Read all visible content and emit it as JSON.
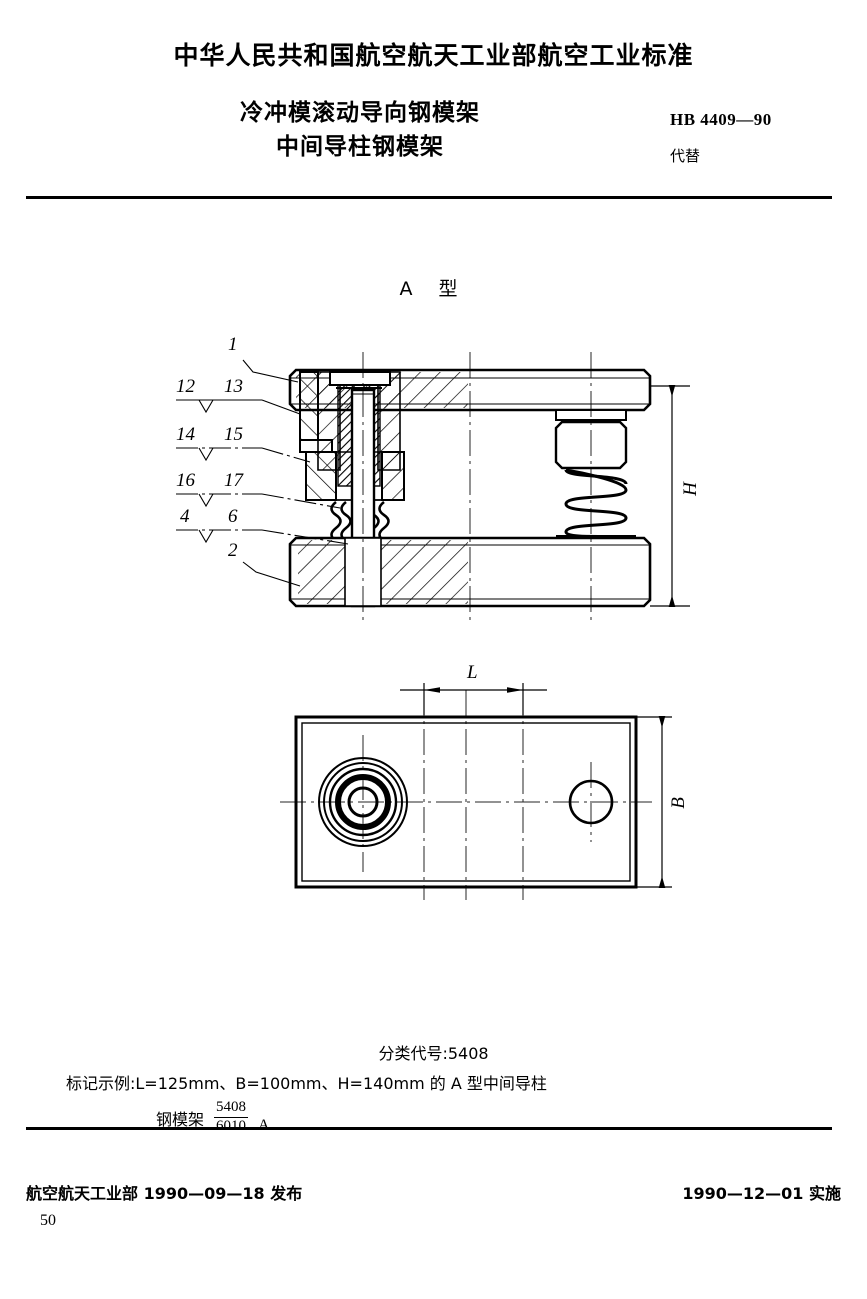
{
  "header": {
    "ministry_title": "中华人民共和国航空航天工业部航空工业标准",
    "standard_title_line1": "冷冲模滚动导向钢模架",
    "standard_title_line2": "中间导柱钢模架",
    "standard_number": "HB 4409—90",
    "replaces_label": "代替",
    "replaces_value": ""
  },
  "drawing": {
    "view_caption": "A 型",
    "section_labels": [
      {
        "id": "label-1",
        "text": "1"
      },
      {
        "id": "label-12",
        "text": "12"
      },
      {
        "id": "label-13",
        "text": "13"
      },
      {
        "id": "label-14",
        "text": "14"
      },
      {
        "id": "label-15",
        "text": "15"
      },
      {
        "id": "label-16",
        "text": "16"
      },
      {
        "id": "label-17",
        "text": "17"
      },
      {
        "id": "label-4",
        "text": "4"
      },
      {
        "id": "label-6",
        "text": "6"
      },
      {
        "id": "label-2",
        "text": "2"
      }
    ],
    "dimensions": {
      "height": "H",
      "length": "L",
      "width": "B"
    }
  },
  "notes": {
    "classification_code": "分类代号:5408",
    "marking_example": "标记示例:L=125mm、B=100mm、H=140mm 的 A 型中间导柱",
    "marking_product": "钢模架",
    "marking_numerator": "5408",
    "marking_denominator": "6010",
    "marking_suffix": "A"
  },
  "footer": {
    "issued_by": "航空航天工业部 1990—09—18 发布",
    "effective": "1990—12—01 实施",
    "page_number": "50"
  }
}
